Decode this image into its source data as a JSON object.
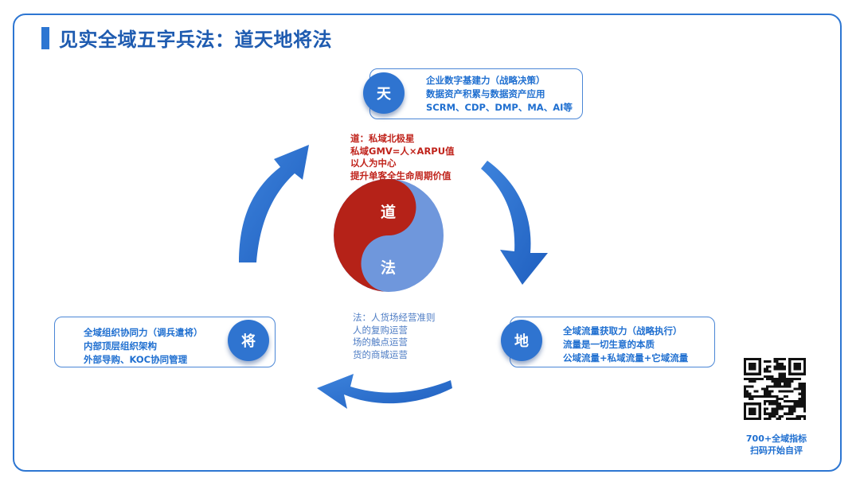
{
  "title": "见实全域五字兵法：道天地将法",
  "tian": {
    "label": "天",
    "lines": [
      "企业数字基建力（战略决策）",
      "数据资产积累与数据资产应用",
      "SCRM、CDP、DMP、MA、AI等"
    ]
  },
  "di": {
    "label": "地",
    "lines": [
      "全域流量获取力（战略执行）",
      "流量是一切生意的本质",
      "公域流量+私域流量+它域流量"
    ]
  },
  "jiang": {
    "label": "将",
    "lines": [
      "全域组织协同力（调兵遣将）",
      "内部顶层组织架构",
      "外部导购、KOC协同管理"
    ]
  },
  "dao": {
    "lines": [
      "道：私域北极星",
      "私域GMV=人×ARPU值",
      "以人为中心",
      "提升单客全生命周期价值"
    ]
  },
  "fa": {
    "lines": [
      "法：人货场经营准则",
      "人的复购运营",
      "场的触点运营",
      "货的商城运营"
    ]
  },
  "yinyang": {
    "dao_label": "道",
    "fa_label": "法",
    "dao_color": "#b52218",
    "fa_color": "#6f97dc"
  },
  "qr": {
    "line1": "700+全域指标",
    "line2": "扫码开始自评"
  },
  "colors": {
    "accent": "#2d76d2",
    "text_blue": "#1f6fd0",
    "red": "#c0241c"
  }
}
